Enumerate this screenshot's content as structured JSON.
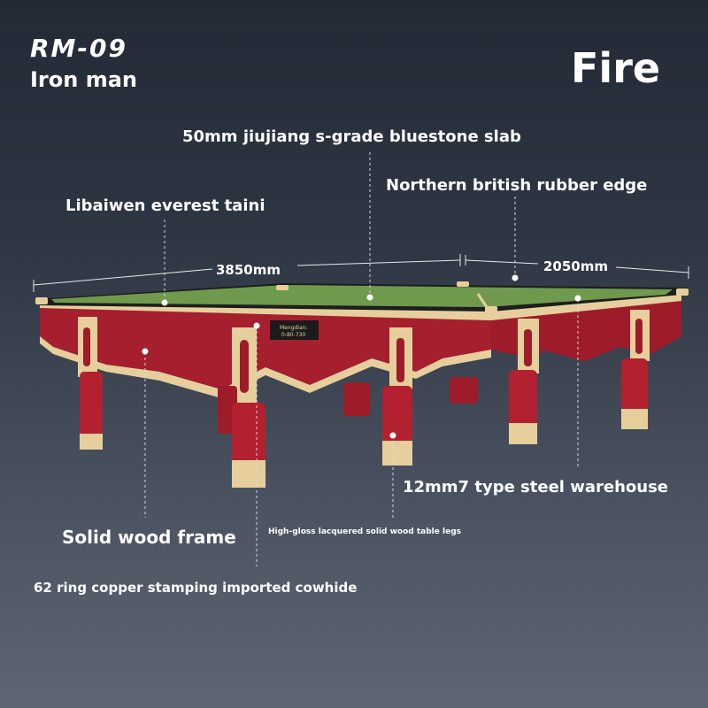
{
  "header": {
    "model": "RM-09",
    "subtitle": "Iron man",
    "variant": "Fire"
  },
  "table_plate": {
    "brand_line": "Mengdian:",
    "code": "0-80-730"
  },
  "dimensions": {
    "length": "3850mm",
    "width": "2050mm"
  },
  "annotations": {
    "slab": "50mm jiujiang s-grade bluestone slab",
    "rubber": "Northern british rubber edge",
    "cloth": "Libaiwen everest taini",
    "warehouse": "12mm7 type steel warehouse",
    "frame": "Solid wood frame",
    "legs": "High-gloss lacquered solid wood table legs",
    "pockets": "62 ring copper stamping imported cowhide"
  },
  "colors": {
    "cloth": "#6f9a4e",
    "rail": "#9e1c2a",
    "gold": "#e6cf9c",
    "background_top": "#232a36",
    "background_bottom": "#5e6673"
  }
}
